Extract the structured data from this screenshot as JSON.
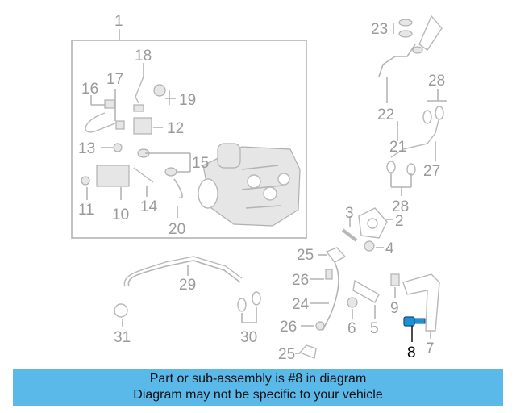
{
  "callouts": {
    "c1": "1",
    "c2": "2",
    "c3": "3",
    "c4": "4",
    "c5": "5",
    "c6": "6",
    "c7": "7",
    "c8": "8",
    "c9": "9",
    "c10": "10",
    "c11": "11",
    "c12": "12",
    "c13": "13",
    "c14": "14",
    "c15": "15",
    "c16": "16",
    "c17": "17",
    "c18": "18",
    "c19": "19",
    "c20": "20",
    "c21": "21",
    "c22": "22",
    "c23": "23",
    "c24": "24",
    "c25a": "25",
    "c25b": "25",
    "c26a": "26",
    "c26b": "26",
    "c27": "27",
    "c28a": "28",
    "c28b": "28",
    "c29": "29",
    "c30": "30",
    "c31": "31"
  },
  "highlight_color": "#1e90d6",
  "banner": {
    "line1": "Part or sub-assembly is #8 in diagram",
    "line2": "Diagram may not be specific to your vehicle",
    "color": "#5bb9ea"
  }
}
